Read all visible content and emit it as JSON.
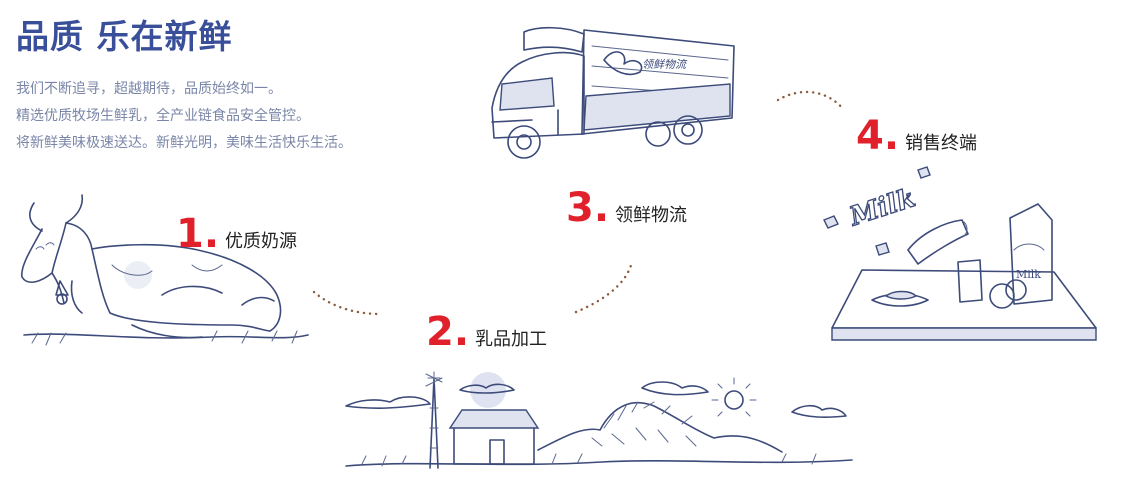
{
  "header": {
    "title": "品质 乐在新鲜"
  },
  "intro": {
    "lines": [
      "我们不断追寻，超越期待，品质始终如一。",
      "精选优质牧场生鲜乳，全产业链食品安全管控。",
      "将新鲜美味极速送达。新鲜光明，美味生活快乐生活。"
    ]
  },
  "steps": [
    {
      "num": "1",
      "label": "优质奶源"
    },
    {
      "num": "2",
      "label": "乳品加工"
    },
    {
      "num": "3",
      "label": "领鲜物流"
    },
    {
      "num": "4",
      "label": "销售终端"
    }
  ],
  "truck": {
    "brand": "领鲜物流"
  },
  "table": {
    "milk_text": "Milk",
    "carton_text": "Milk"
  },
  "colors": {
    "title": "#3a4f9a",
    "intro": "#7a86a8",
    "step_number": "#e0202b",
    "line_art": "#3d4b7a",
    "dotted_path": "#8a5a3a"
  },
  "icons": [
    "cow-illustration",
    "farm-landscape-illustration",
    "delivery-truck-illustration",
    "milk-table-illustration"
  ]
}
